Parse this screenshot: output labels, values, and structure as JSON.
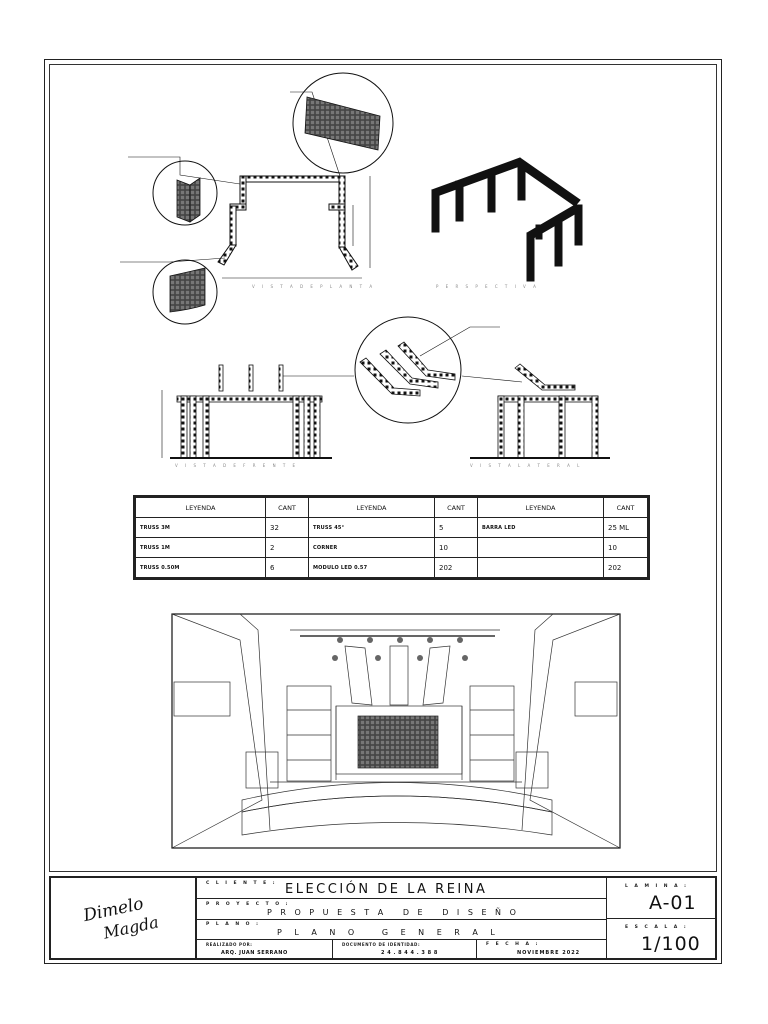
{
  "views": {
    "planta_label": "V I S T A   D E   P L A N T A",
    "perspectiva_label": "P E R S P E C T I V A",
    "frente_label": "V I S T A   D E   F R E N T E",
    "lateral_label": "V I S T A   L A T E R A L"
  },
  "legend": {
    "headers": [
      "LEYENDA",
      "CANT",
      "LEYENDA",
      "CANT",
      "LEYENDA",
      "CANT"
    ],
    "rows": [
      [
        "TRUSS 3M",
        "32",
        "TRUSS 45°",
        "5",
        "BARRA LED",
        "25 ML"
      ],
      [
        "TRUSS 1M",
        "2",
        "CORNER",
        "10",
        "",
        "10"
      ],
      [
        "TRUSS 0.50M",
        "6",
        "MODULO LED 0.57",
        "202",
        "",
        "202"
      ]
    ]
  },
  "title_block": {
    "logo_line1": "Dimelo",
    "logo_line2": "Magda",
    "cliente_label": "C L I E N T E :",
    "cliente_value": "ELECCIÓN DE LA REINA",
    "proyecto_label": "P R O Y E C T O :",
    "proyecto_value": "P R O P U E S T A   D E   D I S E Ñ O",
    "plano_label": "P L A N O :",
    "plano_value": "P L A N O   G E N E R A L",
    "realizado_label": "REALIZADO POR:",
    "realizado_value": "ARQ. JUAN SERRANO",
    "documento_label": "DOCUMENTO DE IDENTIDAD:",
    "documento_value": "2 4 . 8 4 4 . 3 8 8",
    "fecha_label": "F E C H A :",
    "fecha_value": "NOVIEMBRE 2022",
    "lamina_label": "L A M I N A :",
    "lamina_value": "A-01",
    "escala_label": "E S C A L A :",
    "escala_value": "1/100"
  }
}
